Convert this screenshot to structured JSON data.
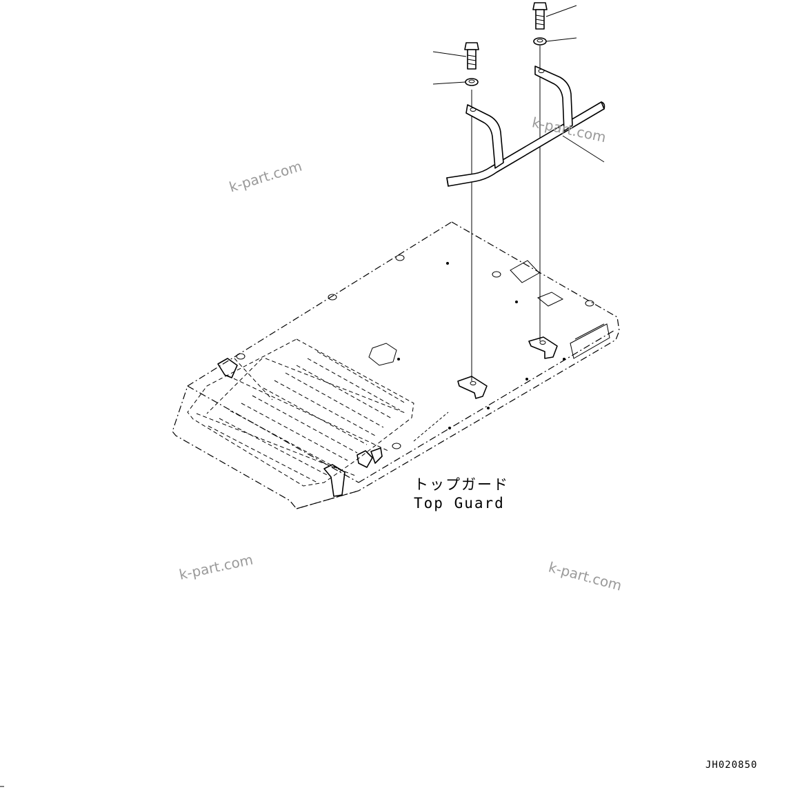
{
  "diagram": {
    "part_label_jp": "トップガード",
    "part_label_en": "Top Guard",
    "drawing_code": "JH020850"
  },
  "watermarks": [
    {
      "text": "k-part.com"
    },
    {
      "text": "k-part.com"
    },
    {
      "text": "k-part.com"
    },
    {
      "text": "k-part.com"
    }
  ]
}
